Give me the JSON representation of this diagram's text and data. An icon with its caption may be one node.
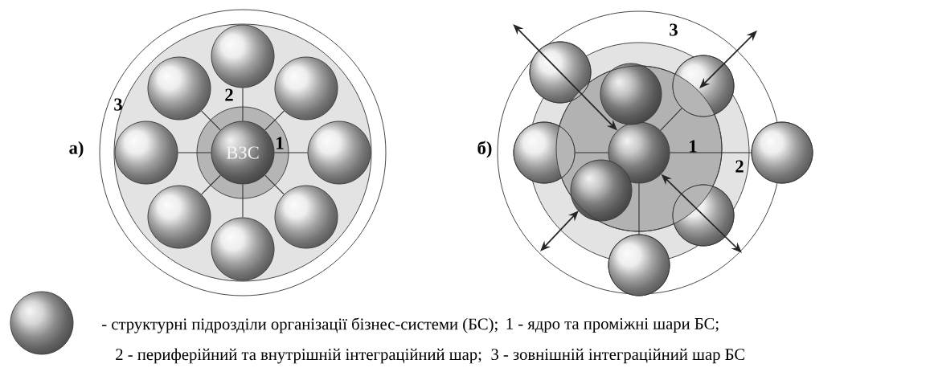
{
  "diagram": {
    "nodes": [
      {
        "text": [
          "ВЗС"
        ]
      },
      {
        "text": [],
        "shape": "circle"
      },
      {
        "text": [],
        "shape": "circle"
      },
      {
        "text": [],
        "shape": "circle"
      },
      {
        "text": [],
        "shape": "circle"
      },
      {
        "text": [],
        "shape": "circle"
      },
      {
        "text": [],
        "shape": "circle"
      },
      {
        "text": [],
        "shape": "circle"
      },
      {
        "text": [],
        "shape": "circle"
      },
      {
        "text": [],
        "shape": "circle"
      },
      {
        "text": [],
        "shape": "circle"
      },
      {
        "text": [],
        "shape": "circle"
      },
      {
        "text": [],
        "shape": "circle"
      },
      {
        "text": [],
        "shape": "circle"
      },
      {
        "text": [],
        "shape": "circle"
      },
      {
        "text": [],
        "shape": "circle"
      },
      {
        "text": [],
        "shape": "circle"
      },
      {
        "text": [],
        "shape": "circle"
      }
    ],
    "edges": [
      {
        "from": 0,
        "to": 1,
        "arrow": "none"
      },
      {
        "from": 0,
        "to": 2,
        "arrow": "none"
      },
      {
        "from": 0,
        "to": 3,
        "arrow": "none"
      },
      {
        "from": 0,
        "to": 4,
        "arrow": "none"
      },
      {
        "from": 0,
        "to": 5,
        "arrow": "none"
      },
      {
        "from": 0,
        "to": 6,
        "arrow": "none"
      },
      {
        "from": 0,
        "to": 7,
        "arrow": "none"
      },
      {
        "from": 0,
        "to": 8,
        "arrow": "none"
      },
      {
        "from": 9,
        "to": 12,
        "arrow": "none"
      },
      {
        "from": 9,
        "to": 13,
        "arrow": "none"
      },
      {
        "from": 9,
        "to": 14,
        "arrow": "none"
      },
      {
        "from": 9,
        "to": 17,
        "arrow": "none"
      },
      {
        "from": 10,
        "to": 9,
        "arrow": "both"
      },
      {
        "from": 9,
        "to": 16,
        "arrow": "both"
      }
    ],
    "labels": [
      "2",
      "3",
      "1",
      "а)",
      "3",
      "б)",
      "1",
      "2",
      "1 - ядро та проміжні шари БС;",
      "2 - периферійний та внутрішній інтеграційний шар;",
      "3 - зовнішній інтеграційний шар БС"
    ],
    "legend": [
      {
        "text": "- структурні підрозділи організації бізнес-системи (БС);",
        "color": "#c8c8c8"
      }
    ]
  }
}
